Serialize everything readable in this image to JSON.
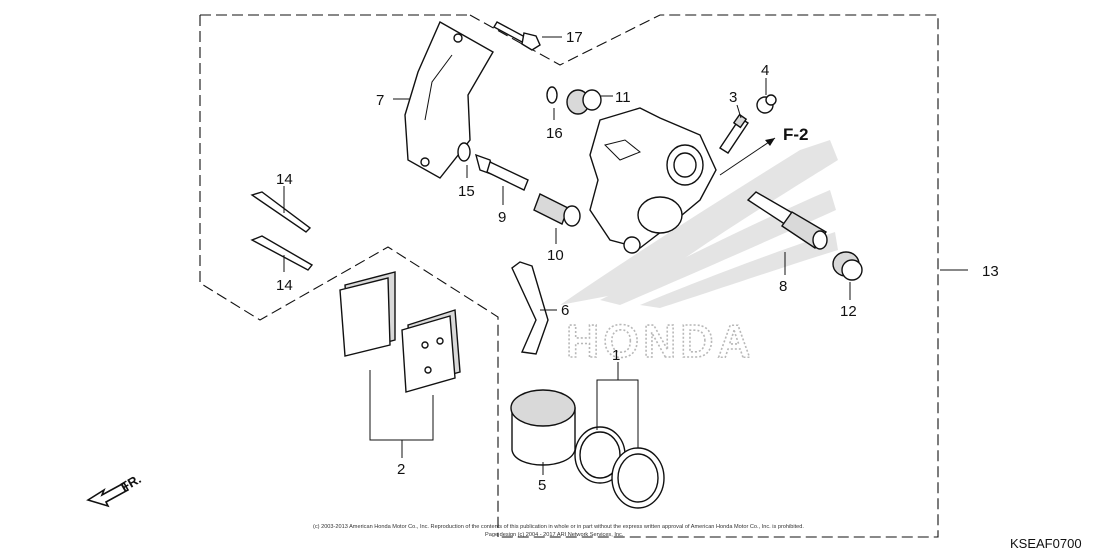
{
  "diagram": {
    "callouts": [
      {
        "id": "c1",
        "text": "1"
      },
      {
        "id": "c2",
        "text": "2"
      },
      {
        "id": "c3",
        "text": "3"
      },
      {
        "id": "c4",
        "text": "4"
      },
      {
        "id": "c5",
        "text": "5"
      },
      {
        "id": "c6",
        "text": "6"
      },
      {
        "id": "c7",
        "text": "7"
      },
      {
        "id": "c8",
        "text": "8"
      },
      {
        "id": "c9",
        "text": "9"
      },
      {
        "id": "c10",
        "text": "10"
      },
      {
        "id": "c11",
        "text": "11"
      },
      {
        "id": "c12",
        "text": "12"
      },
      {
        "id": "c13",
        "text": "13"
      },
      {
        "id": "c14a",
        "text": "14"
      },
      {
        "id": "c14b",
        "text": "14"
      },
      {
        "id": "c15",
        "text": "15"
      },
      {
        "id": "c16",
        "text": "16"
      },
      {
        "id": "c17",
        "text": "17"
      }
    ],
    "reference_label": "F-2",
    "direction_label": "FR.",
    "watermark_text": "HONDA",
    "copyright_line1": "(c) 2003-2013 American Honda Motor Co., Inc. Reproduction of the contents of this publication in whole or in part without the express written approval of American Honda Motor Co., Inc. is prohibited.",
    "copyright_line2": "Page design (c) 2004 - 2017 ARI Network Services, Inc.",
    "figure_code": "KSEAF0700",
    "colors": {
      "line": "#111111",
      "watermark": "#b8b8b8",
      "shading": "#d9d9d9"
    }
  }
}
